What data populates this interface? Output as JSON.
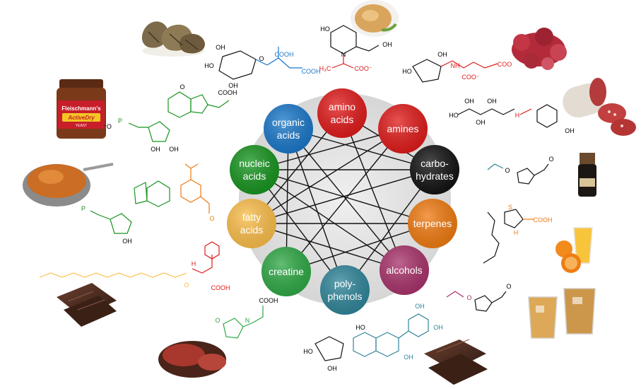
{
  "colors": {
    "amines": "#e01a1a",
    "amino_acids": "#e01a1a",
    "carbohydrates": "#111111",
    "terpenes": "#f07a10",
    "alcohols": "#a8326a",
    "polyphenols": "#2f8599",
    "creatine": "#2ea845",
    "fatty_acids": "#fbbe4a",
    "nucleic_acids": "#17941f",
    "organic_acids": "#1a77c9",
    "hub": "#e4e4e4",
    "edge": "#111111"
  },
  "nodes": [
    {
      "id": "amino",
      "lines": [
        "amino",
        "acids"
      ],
      "color_key": "amino_acids"
    },
    {
      "id": "amines",
      "lines": [
        "amines"
      ],
      "color_key": "amines"
    },
    {
      "id": "carbo",
      "lines": [
        "carbo-",
        "hydrates"
      ],
      "color_key": "carbohydrates"
    },
    {
      "id": "terpenes",
      "lines": [
        "terpenes"
      ],
      "color_key": "terpenes"
    },
    {
      "id": "alcohols",
      "lines": [
        "alcohols"
      ],
      "color_key": "alcohols"
    },
    {
      "id": "polyphenols",
      "lines": [
        "poly-",
        "phenols"
      ],
      "color_key": "polyphenols"
    },
    {
      "id": "creatine",
      "lines": [
        "creatine"
      ],
      "color_key": "creatine"
    },
    {
      "id": "fatty",
      "lines": [
        "fatty",
        "acids"
      ],
      "color_key": "fatty_acids"
    },
    {
      "id": "nucleic",
      "lines": [
        "nucleic",
        "acids"
      ],
      "color_key": "nucleic_acids"
    },
    {
      "id": "organic",
      "lines": [
        "organic",
        "acids"
      ],
      "color_key": "organic_acids"
    }
  ],
  "edges": [
    [
      "organic",
      "carbo"
    ],
    [
      "organic",
      "alcohols"
    ],
    [
      "amino",
      "fatty"
    ],
    [
      "amino",
      "carbo"
    ],
    [
      "amino",
      "alcohols"
    ],
    [
      "amines",
      "nucleic"
    ],
    [
      "amines",
      "creatine"
    ],
    [
      "carbo",
      "nucleic"
    ],
    [
      "carbo",
      "fatty"
    ],
    [
      "carbo",
      "polyphenols"
    ],
    [
      "terpenes",
      "nucleic"
    ],
    [
      "terpenes",
      "fatty"
    ],
    [
      "terpenes",
      "creatine"
    ],
    [
      "alcohols",
      "fatty"
    ],
    [
      "polyphenols",
      "nucleic"
    ],
    [
      "polyphenols",
      "organic"
    ],
    [
      "creatine",
      "organic"
    ],
    [
      "nucleic",
      "alcohols"
    ],
    [
      "fatty",
      "amines"
    ]
  ],
  "chem_labels": {
    "cooh": "COOH",
    "coo_minus": "COO⁻",
    "coo_minus_short": "COO",
    "oh": "OH",
    "ho": "HO",
    "o": "O",
    "n": "N",
    "nh": "NH",
    "h": "H",
    "p": "P",
    "o_minus": "⁻O",
    "ch3": "H₃C",
    "n_plus": "N",
    "plus": "+",
    "nh2_h": "H",
    "s": "S",
    "minus": "⁻"
  },
  "food_icons": [
    "morel-mushroom-icon",
    "broth-bowl-icon",
    "cured-meat-icon",
    "yeast-jar-icon",
    "salami-icon",
    "balsamic-bottle-icon",
    "curry-pan-icon",
    "orange-juice-icon",
    "whisky-glasses-icon",
    "chocolate-stack-icon",
    "grilled-steak-icon",
    "chocolate-pieces-icon"
  ],
  "yeast_jar": {
    "brand": "Fleischmann's",
    "product": "ActiveDry",
    "sub": "YEAST"
  }
}
